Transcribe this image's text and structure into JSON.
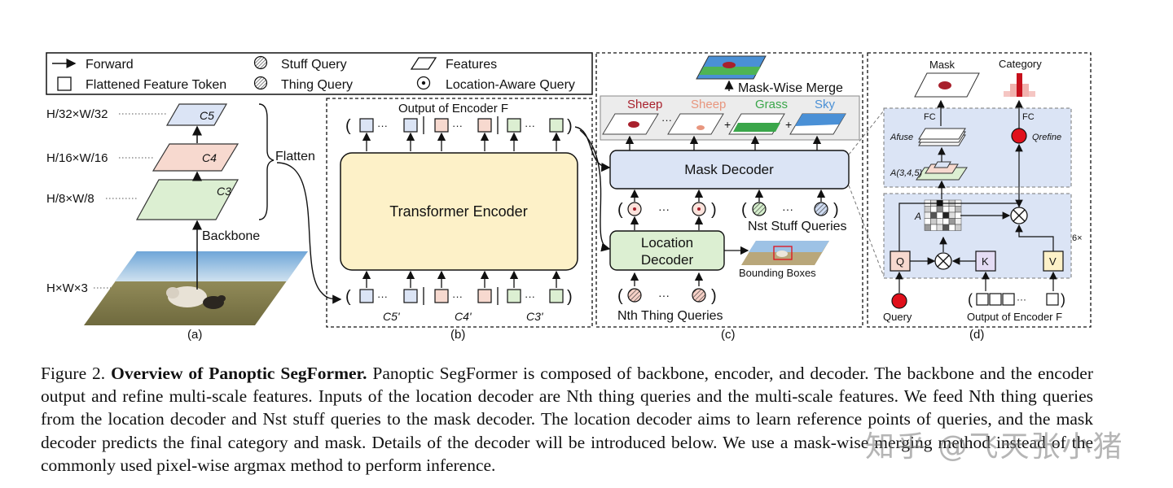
{
  "legend": {
    "forward": "Forward",
    "flattened_token": "Flattened Feature Token",
    "stuff_query": "Stuff Query",
    "thing_query": "Thing Query",
    "features": "Features",
    "location_aware_query": "Location-Aware Query"
  },
  "panel_a": {
    "res_32": "H/32×W/32",
    "res_16": "H/16×W/16",
    "res_8": "H/8×W/8",
    "res_in": "H×W×3",
    "c5": "C5",
    "c4": "C4",
    "c3": "C3",
    "flatten": "Flatten",
    "backbone": "Backbone",
    "label": "(a)"
  },
  "panel_b": {
    "output_label": "Output of Encoder F",
    "encoder": "Transformer Encoder",
    "c5p": "C5'",
    "c4p": "C4'",
    "c3p": "C3'",
    "label": "(b)"
  },
  "panel_c": {
    "merge": "Mask-Wise Merge",
    "sheep1": "Sheep",
    "sheep2": "Sheep",
    "grass": "Grass",
    "sky": "Sky",
    "mask_decoder": "Mask Decoder",
    "location_decoder_1": "Location",
    "location_decoder_2": "Decoder",
    "stuff_queries": "Nst Stuff Queries",
    "thing_queries": "Nth Thing Queries",
    "bounding_boxes": "Bounding Boxes",
    "dots": "···",
    "label": "(c)"
  },
  "panel_d": {
    "mask": "Mask",
    "category": "Category",
    "fc1": "FC",
    "fc2": "FC",
    "a_fuse": "Afuse",
    "a_345": "A(3,4,5)",
    "q_refine": "Qrefine",
    "a": "A",
    "q": "Q",
    "k": "K",
    "v": "V",
    "times": "6×",
    "query": "Query",
    "output_encoder": "Output of Encoder F",
    "label": "(d)"
  },
  "caption": {
    "prefix": "Figure 2.",
    "title": "Overview of Panoptic SegFormer.",
    "body": "Panoptic SegFormer is composed of backbone, encoder, and decoder. The backbone and the encoder output and refine multi-scale features. Inputs of the location decoder are Nth thing queries and the multi-scale features. We feed Nth thing queries from the location decoder and Nst stuff queries to the mask decoder. The location decoder aims to learn reference points of queries, and the mask decoder predicts the final category and mask. Details of the decoder will be introduced below. We use a mask-wise merging method instead of the commonly used pixel-wise argmax method to perform inference."
  },
  "watermark": "知乎 @飞天张小猪",
  "colors": {
    "blue": "#dbe4f5",
    "pink": "#f7d9cf",
    "green": "#dcefd2",
    "encoder_fill": "#fdf1c8",
    "red": "#e0101b",
    "sheep_red": "#a8202c",
    "sheep_pink": "#e8967e",
    "grass_green": "#3aa64a",
    "sky_blue": "#4a90d6"
  }
}
